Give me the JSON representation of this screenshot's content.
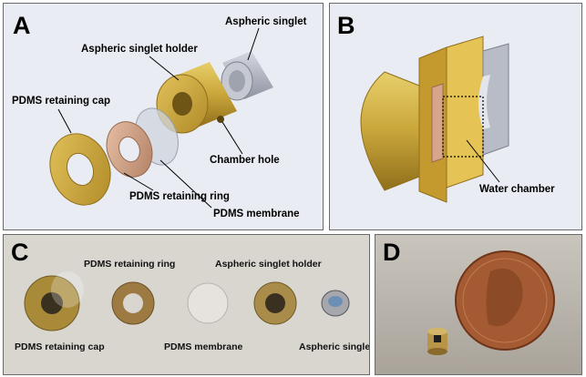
{
  "panels": {
    "a": {
      "letter": "A",
      "labels": {
        "aspheric_singlet": "Aspheric singlet",
        "aspheric_singlet_holder": "Aspheric singlet holder",
        "pdms_retaining_cap": "PDMS retaining cap",
        "chamber_hole": "Chamber hole",
        "pdms_retaining_ring": "PDMS retaining ring",
        "pdms_membrane": "PDMS membrane"
      }
    },
    "b": {
      "letter": "B",
      "labels": {
        "water_chamber": "Water chamber"
      }
    },
    "c": {
      "letter": "C",
      "labels": {
        "pdms_retaining_ring": "PDMS retaining ring",
        "aspheric_singlet_holder": "Aspheric singlet holder",
        "pdms_retaining_cap": "PDMS retaining cap",
        "pdms_membrane": "PDMS membrane",
        "aspheric_singlet": "Aspheric singlet"
      }
    },
    "d": {
      "letter": "D"
    }
  },
  "colors": {
    "brass": "#c9a63a",
    "brass_dark": "#8f6f1c",
    "copper_ring": "#d7a68a",
    "steel": "#b8bcc6",
    "cad_background": "#e9ecf2",
    "photo_background": "#d9d6d0",
    "penny": "#a45a32"
  }
}
